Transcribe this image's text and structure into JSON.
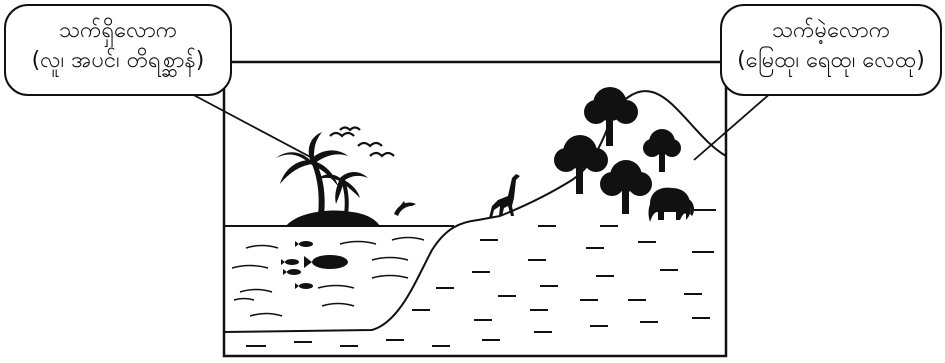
{
  "callouts": {
    "living": {
      "title": "သက်ရှိလောက",
      "examples": "(လူ၊ အပင်၊ တိရစ္ဆာန်)"
    },
    "nonliving": {
      "title": "သက်မဲ့လောက",
      "examples": "(မြေထု၊ ရေထု၊ လေထု)"
    }
  },
  "colors": {
    "ink": "#111111",
    "background": "#ffffff"
  },
  "icons": [
    "palm-tree-icon",
    "bird-icon",
    "dolphin-icon",
    "fish-icon",
    "giraffe-icon",
    "tree-icon",
    "elephant-icon"
  ]
}
